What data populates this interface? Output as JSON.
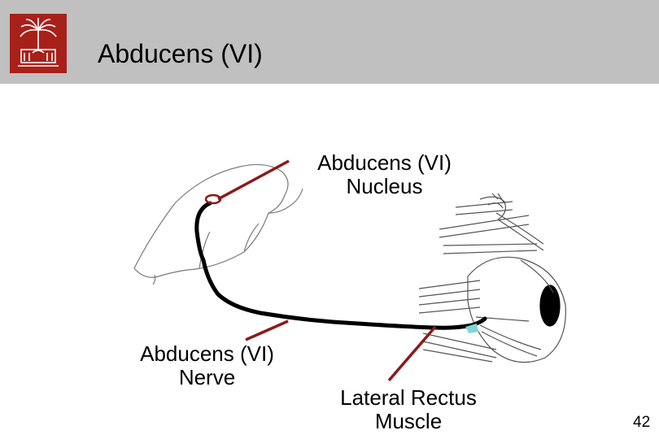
{
  "slide": {
    "title": "Abducens (VI)",
    "page_number": "42"
  },
  "labels": {
    "nucleus_line1": "Abducens (VI)",
    "nucleus_line2": "Nucleus",
    "nerve_line1": "Abducens (VI)",
    "nerve_line2": "Nerve",
    "muscle_line1": "Lateral Rectus",
    "muscle_line2": "Muscle"
  },
  "colors": {
    "header_bg": "#c0c0c0",
    "logo_bg": "#a8201a",
    "pointer": "#8b1a1a",
    "nerve": "#000000",
    "highlight": "#7fd6d6"
  },
  "icons": {
    "logo": "university-palmetto-logo"
  }
}
